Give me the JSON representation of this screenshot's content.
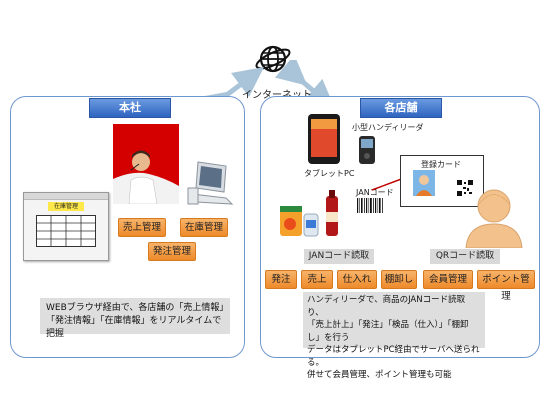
{
  "internet": {
    "label": "インターネット"
  },
  "hq": {
    "title": "本社",
    "sheet_title": "在庫管理",
    "buttons": [
      "売上管理",
      "在庫管理",
      "発注管理"
    ],
    "note_lines": [
      "WEBブラウザ経由で、各店舗の「売上情報」",
      "「発注情報」「在庫情報」をリアルタイムで把握"
    ]
  },
  "stores": {
    "title": "各店舗",
    "handy_reader_label": "小型ハンディリーダ",
    "tablet_label": "タブレットPC",
    "jan_code_label": "JANコード",
    "member_card_label": "登録カード",
    "jan_read_label": "JANコード読取",
    "qr_read_label": "QRコード読取",
    "buttons": [
      "発注",
      "売上",
      "仕入れ",
      "棚卸し",
      "会員管理",
      "ポイント管理"
    ],
    "note_lines": [
      "ハンディリーダで、商品のJANコード読取り、",
      "「売上計上」「発注」「検品（仕入）」「棚卸し」を行う",
      "データはタブレットPC経由でサーバへ送られる。",
      "併せて会員管理、ポイント管理も可能"
    ]
  },
  "colors": {
    "panel_border": "#6f97cf",
    "title_bar": "#2f64c0",
    "orange_button": "#ee8a2a",
    "note_bg": "#dedede"
  }
}
